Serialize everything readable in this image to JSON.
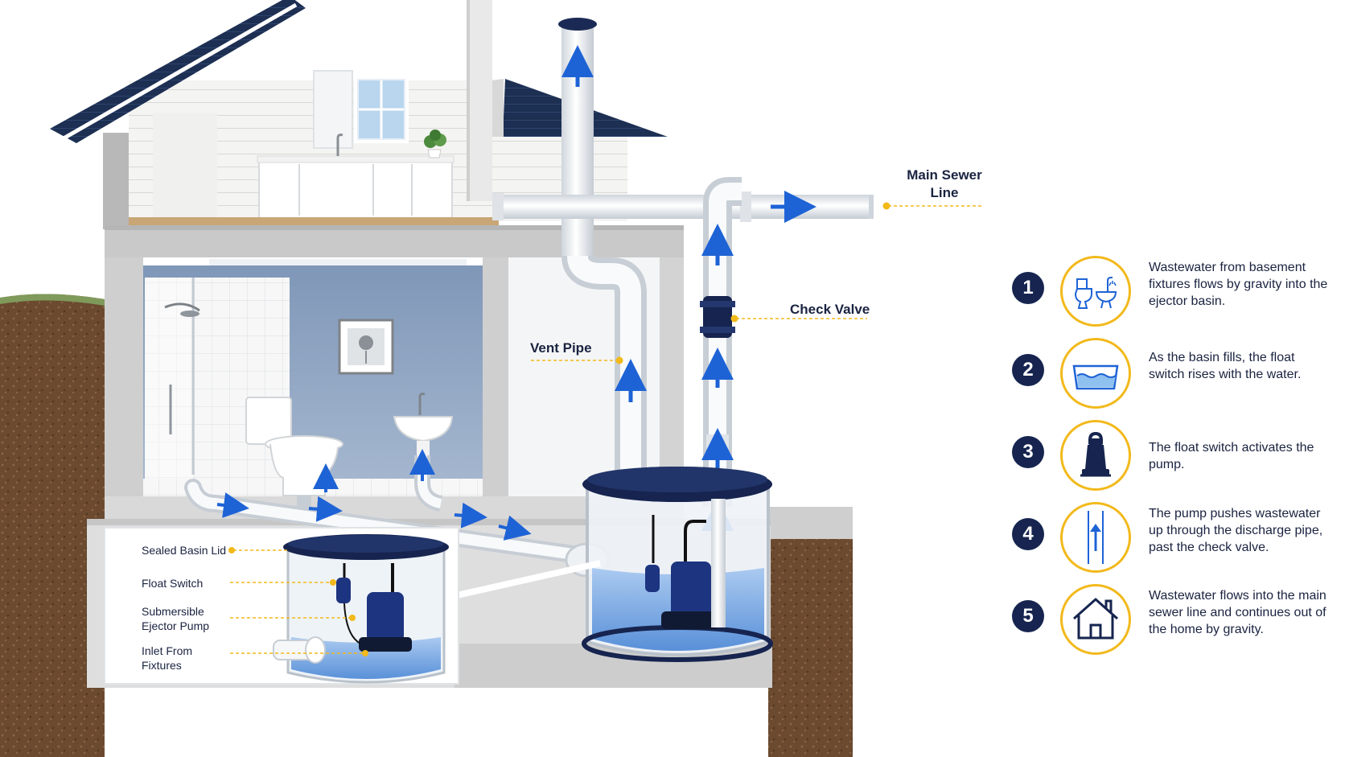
{
  "labels": {
    "main_sewer_line": "Main Sewer\nLine",
    "check_valve": "Check Valve",
    "vent_pipe": "Vent Pipe"
  },
  "inset_labels": {
    "sealed_basin_lid": "Sealed Basin Lid",
    "float_switch": "Float Switch",
    "submersible_ejector_pump": "Submersible Ejector Pump",
    "inlet_from_fixtures": "Inlet From Fixtures"
  },
  "steps": [
    {
      "number": "1",
      "icon": "toilet-sink-icon",
      "text": "Wastewater from basement fixtures flows by gravity into the ejector basin."
    },
    {
      "number": "2",
      "icon": "basin-water-icon",
      "text": "As the basin fills, the float switch rises with the water."
    },
    {
      "number": "3",
      "icon": "pump-icon",
      "text": "The float switch activates the pump."
    },
    {
      "number": "4",
      "icon": "discharge-pipe-arrow-icon",
      "text": "The pump pushes wastewater up through the discharge pipe, past the check valve."
    },
    {
      "number": "5",
      "icon": "house-icon",
      "text": "Wastewater flows into the main sewer line and continues out of the home by gravity."
    }
  ],
  "colors": {
    "navy": "#16244f",
    "accent_yellow": "#f2b91b",
    "flow_blue": "#1e63d6",
    "pipe_white": "#eef1f4",
    "wall_blue": "#8fa6c4",
    "soil": "#6b4a30",
    "concrete": "#c9c9c9"
  }
}
